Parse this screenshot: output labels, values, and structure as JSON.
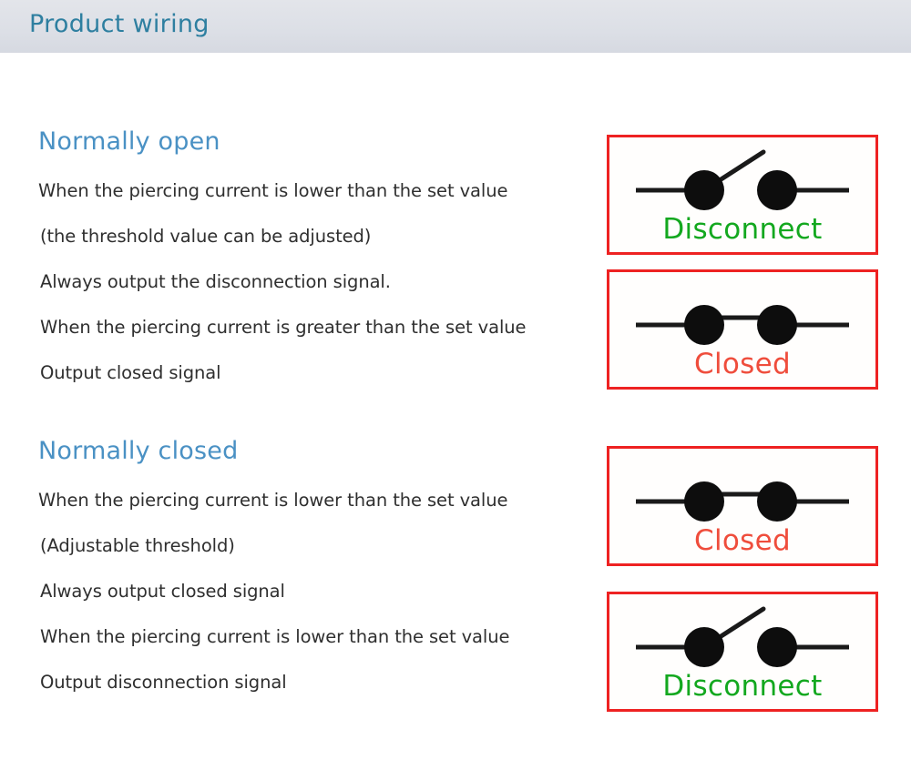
{
  "header": {
    "title": "Product wiring",
    "background_color": "#dcdfe6",
    "title_color": "#2e7fa0"
  },
  "sections": [
    {
      "id": "normally-open",
      "heading": "Normally open",
      "heading_color": "#4a91c4",
      "lines": [
        "When the piercing current is lower than the set value",
        "(the threshold value can be adjusted)",
        "Always output the disconnection signal.",
        "When the piercing current is greater than the set value",
        "Output closed signal"
      ]
    },
    {
      "id": "normally-closed",
      "heading": "Normally closed",
      "heading_color": "#4a91c4",
      "lines": [
        "When the piercing current is lower than the set value",
        "(Adjustable threshold)",
        "Always output closed signal",
        "When the piercing current is lower than the set value",
        "Output disconnection signal"
      ]
    }
  ],
  "diagrams": [
    {
      "id": "open-state-disconnect",
      "state": "open",
      "label": "Disconnect",
      "label_color": "#13a81f",
      "border_color": "#ee2222",
      "symbol": "switch-open-icon"
    },
    {
      "id": "open-state-closed",
      "state": "closed",
      "label": "Closed",
      "label_color": "#ef4d3c",
      "border_color": "#ee2222",
      "symbol": "switch-closed-icon"
    },
    {
      "id": "closed-state-closed",
      "state": "closed",
      "label": "Closed",
      "label_color": "#ef4d3c",
      "border_color": "#ee2222",
      "symbol": "switch-closed-icon"
    },
    {
      "id": "closed-state-disconnect",
      "state": "open",
      "label": "Disconnect",
      "label_color": "#13a81f",
      "border_color": "#ee2222",
      "symbol": "switch-open-icon"
    }
  ]
}
